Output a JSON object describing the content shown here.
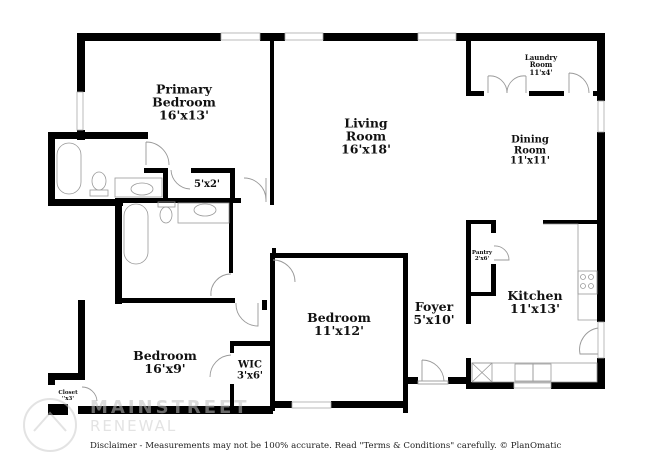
{
  "floor_plan": {
    "rooms": [
      {
        "id": "primary-bedroom",
        "name_line1": "Primary",
        "name_line2": "Bedroom",
        "dimensions": "16'x13'"
      },
      {
        "id": "living-room",
        "name_line1": "Living",
        "name_line2": "Room",
        "dimensions": "16'x18'"
      },
      {
        "id": "laundry-room",
        "name_line1": "Laundry",
        "name_line2": "Room",
        "dimensions": "11'x4'"
      },
      {
        "id": "dining-room",
        "name_line1": "Dining",
        "name_line2": "Room",
        "dimensions": "11'x11'"
      },
      {
        "id": "primary-closet",
        "name_line1": "",
        "name_line2": "",
        "dimensions": "5'x2'"
      },
      {
        "id": "pantry",
        "name_line1": "Pantry",
        "name_line2": "",
        "dimensions": "2'x6'"
      },
      {
        "id": "bedroom-2",
        "name_line1": "Bedroom",
        "name_line2": "",
        "dimensions": "11'x12'"
      },
      {
        "id": "foyer",
        "name_line1": "Foyer",
        "name_line2": "",
        "dimensions": "5'x10'"
      },
      {
        "id": "kitchen",
        "name_line1": "Kitchen",
        "name_line2": "",
        "dimensions": "11'x13'"
      },
      {
        "id": "bedroom-3",
        "name_line1": "Bedroom",
        "name_line2": "",
        "dimensions": "16'x9'"
      },
      {
        "id": "wic",
        "name_line1": "WIC",
        "name_line2": "",
        "dimensions": "3'x6'"
      },
      {
        "id": "closet",
        "name_line1": "Closet",
        "name_line2": "",
        "dimensions": "''x3'"
      }
    ],
    "colors": {
      "wall": "#000000",
      "fixture": "#888888",
      "window": "#cccccc",
      "background": "#ffffff"
    }
  },
  "watermark": {
    "line1": "MAINSTREET",
    "line2": "RENEWAL"
  },
  "footer": {
    "disclaimer": "Disclaimer - Measurements may not be 100% accurate. Read \"Terms & Conditions\" carefully. © PlanOmatic"
  }
}
